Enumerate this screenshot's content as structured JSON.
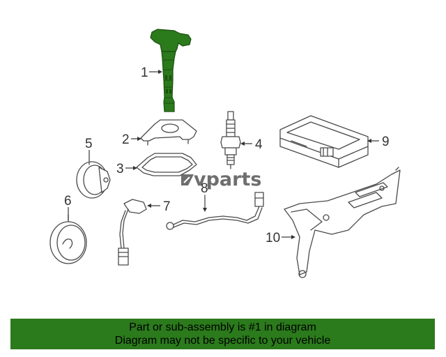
{
  "diagram": {
    "callouts": [
      {
        "id": "1",
        "label": "1"
      },
      {
        "id": "2",
        "label": "2"
      },
      {
        "id": "3",
        "label": "3"
      },
      {
        "id": "4",
        "label": "4"
      },
      {
        "id": "5",
        "label": "5"
      },
      {
        "id": "6",
        "label": "6"
      },
      {
        "id": "7",
        "label": "7"
      },
      {
        "id": "8",
        "label": "8"
      },
      {
        "id": "9",
        "label": "9"
      },
      {
        "id": "10",
        "label": "10"
      }
    ],
    "highlight_color": "#2b7a1c",
    "watermark": "vparts"
  },
  "banner": {
    "line1": "Part or sub-assembly is #1 in diagram",
    "line2": "Diagram may not be specific to your vehicle",
    "color": "#2b7a1c"
  }
}
